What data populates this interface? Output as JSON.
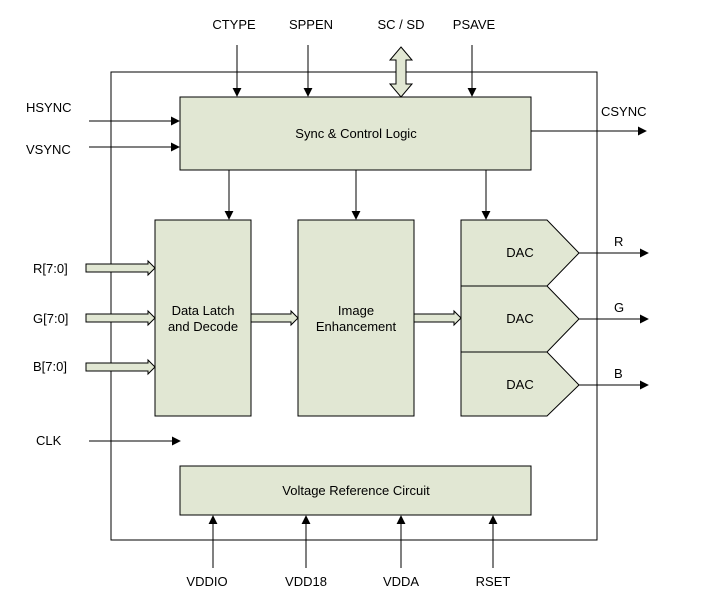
{
  "inputs_top": [
    "CTYPE",
    "SPPEN",
    "SC / SD",
    "PSAVE"
  ],
  "inputs_left": [
    "HSYNC",
    "VSYNC",
    "R[7:0]",
    "G[7:0]",
    "B[7:0]",
    "CLK"
  ],
  "outputs_right": [
    "CSYNC",
    "R",
    "G",
    "B"
  ],
  "power_bottom": [
    "VDDIO",
    "VDD18",
    "VDDA",
    "RSET"
  ],
  "blocks": {
    "sync_control": "Sync & Control Logic",
    "data_latch": [
      "Data Latch",
      "and Decode"
    ],
    "image_enh": [
      "Image",
      "Enhancement"
    ],
    "dac_r": "DAC",
    "dac_g": "DAC",
    "dac_b": "DAC",
    "vref": "Voltage Reference Circuit"
  },
  "colors": {
    "block_fill": "#e1e7d3",
    "line": "#000000",
    "background": "#ffffff"
  }
}
